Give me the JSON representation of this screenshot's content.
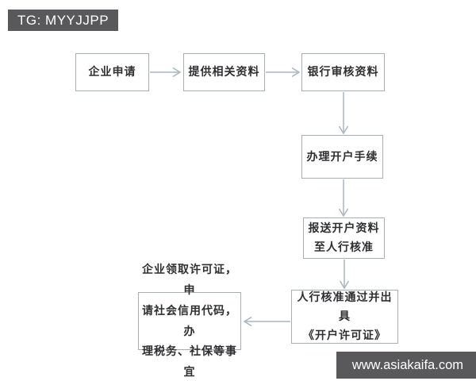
{
  "watermarks": {
    "top": {
      "label": "TG: MYYJJPP"
    },
    "bottom": {
      "label": "www.asiakaifa.com"
    },
    "bg_color": "#59595b",
    "text_color": "#ffffff"
  },
  "flowchart": {
    "nodes": [
      {
        "id": "enterprise-apply",
        "label": "企业申请"
      },
      {
        "id": "provide-materials",
        "label": "提供相关资料"
      },
      {
        "id": "bank-review",
        "label": "银行审核资料"
      },
      {
        "id": "account-opening",
        "label": "办理开户手续"
      },
      {
        "id": "submit-to-pboc",
        "label": "报送开户资料\n至人行核准"
      },
      {
        "id": "pboc-approval",
        "label": "人行核准通过并出具\n《开户许可证》"
      },
      {
        "id": "enterprise-receive",
        "label": "企业领取许可证，申\n请社会信用代码，办\n理税务、社保等事宜"
      }
    ],
    "edges": [
      {
        "from": "enterprise-apply",
        "to": "provide-materials",
        "direction": "right"
      },
      {
        "from": "provide-materials",
        "to": "bank-review",
        "direction": "right"
      },
      {
        "from": "bank-review",
        "to": "account-opening",
        "direction": "down"
      },
      {
        "from": "account-opening",
        "to": "submit-to-pboc",
        "direction": "down"
      },
      {
        "from": "submit-to-pboc",
        "to": "pboc-approval",
        "direction": "down"
      },
      {
        "from": "pboc-approval",
        "to": "enterprise-receive",
        "direction": "left"
      }
    ],
    "colors": {
      "box_border": "#a8adb2",
      "arrow": "#a7b5bf",
      "text": "#2f2f31",
      "background": "#ffffff"
    }
  }
}
